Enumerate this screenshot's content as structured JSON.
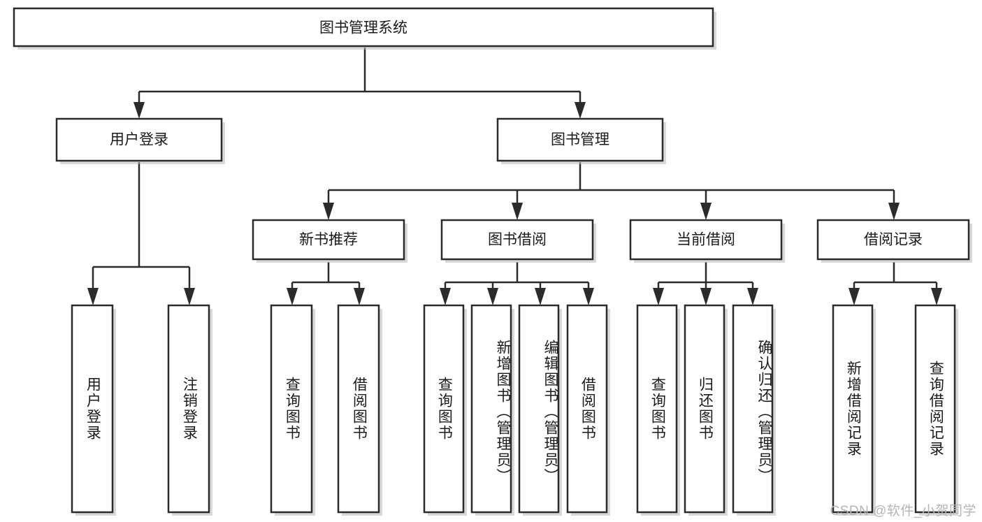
{
  "diagram": {
    "title": "图书管理系统",
    "type": "tree",
    "watermark": "CSDN @软件_小贺同学",
    "colors": {
      "stroke": "#2b2b2b",
      "fill": "#ffffff",
      "text": "#1a1a1a",
      "watermark": "#b5b5b5",
      "shadow": "#b9b9b9"
    },
    "levels": {
      "root": "图书管理系统",
      "level2": [
        "用户登录",
        "图书管理"
      ],
      "level3": [
        "新书推荐",
        "图书借阅",
        "当前借阅",
        "借阅记录"
      ]
    },
    "nodes": {
      "root": {
        "label": "图书管理系统",
        "orientation": "horizontal"
      },
      "user_login": {
        "label": "用户登录",
        "orientation": "horizontal"
      },
      "book_manage": {
        "label": "图书管理",
        "orientation": "horizontal"
      },
      "new_book_rec": {
        "label": "新书推荐",
        "orientation": "horizontal"
      },
      "book_borrow": {
        "label": "图书借阅",
        "orientation": "horizontal"
      },
      "current_borrow": {
        "label": "当前借阅",
        "orientation": "horizontal"
      },
      "borrow_record": {
        "label": "借阅记录",
        "orientation": "horizontal"
      },
      "leaf_user_login": {
        "label": "用户登录",
        "orientation": "vertical"
      },
      "leaf_logout": {
        "label": "注销登录",
        "orientation": "vertical"
      },
      "leaf_query_book_1": {
        "label": "查询图书",
        "orientation": "vertical"
      },
      "leaf_borrow_book_1": {
        "label": "借阅图书",
        "orientation": "vertical"
      },
      "leaf_query_book_2": {
        "label": "查询图书",
        "orientation": "vertical"
      },
      "leaf_add_book": {
        "label": "新增图书（管理员）",
        "orientation": "vertical"
      },
      "leaf_edit_book": {
        "label": "编辑图书（管理员）",
        "orientation": "vertical"
      },
      "leaf_borrow_book_2": {
        "label": "借阅图书",
        "orientation": "vertical"
      },
      "leaf_query_book_3": {
        "label": "查询图书",
        "orientation": "vertical"
      },
      "leaf_return_book": {
        "label": "归还图书",
        "orientation": "vertical"
      },
      "leaf_confirm_return": {
        "label": "确认归还（管理员）",
        "orientation": "vertical"
      },
      "leaf_add_record": {
        "label": "新增借阅记录",
        "orientation": "vertical"
      },
      "leaf_query_record": {
        "label": "查询借阅记录",
        "orientation": "vertical"
      }
    },
    "edges": [
      {
        "from": "root",
        "to": "user_login"
      },
      {
        "from": "root",
        "to": "book_manage"
      },
      {
        "from": "user_login",
        "to": "leaf_user_login"
      },
      {
        "from": "user_login",
        "to": "leaf_logout"
      },
      {
        "from": "book_manage",
        "to": "new_book_rec"
      },
      {
        "from": "book_manage",
        "to": "book_borrow"
      },
      {
        "from": "book_manage",
        "to": "current_borrow"
      },
      {
        "from": "book_manage",
        "to": "borrow_record"
      },
      {
        "from": "new_book_rec",
        "to": "leaf_query_book_1"
      },
      {
        "from": "new_book_rec",
        "to": "leaf_borrow_book_1"
      },
      {
        "from": "book_borrow",
        "to": "leaf_query_book_2"
      },
      {
        "from": "book_borrow",
        "to": "leaf_add_book"
      },
      {
        "from": "book_borrow",
        "to": "leaf_edit_book"
      },
      {
        "from": "book_borrow",
        "to": "leaf_borrow_book_2"
      },
      {
        "from": "current_borrow",
        "to": "leaf_query_book_3"
      },
      {
        "from": "current_borrow",
        "to": "leaf_return_book"
      },
      {
        "from": "current_borrow",
        "to": "leaf_confirm_return"
      },
      {
        "from": "borrow_record",
        "to": "leaf_add_record"
      },
      {
        "from": "borrow_record",
        "to": "leaf_query_record"
      }
    ]
  }
}
